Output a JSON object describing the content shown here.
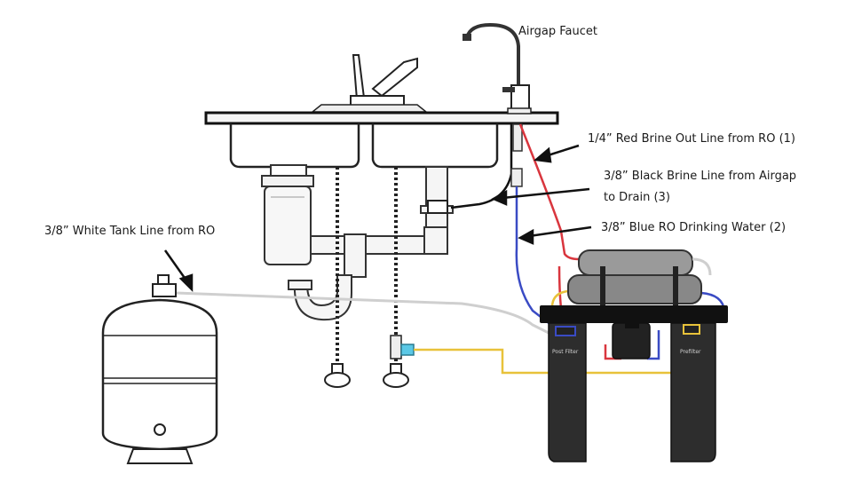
{
  "labels": {
    "faucet": "Airgap Faucet",
    "red_line": "1/4” Red Brine Out Line from RO (1)",
    "black_line_1": "3/8” Black Brine Line from Airgap",
    "black_line_2": "to Drain (3)",
    "blue_line": "3/8” Blue RO Drinking Water (2)",
    "white_line": "3/8” White Tank Line from RO",
    "post_filter": "Post Filter",
    "prefilter": "Prefilter"
  },
  "colors": {
    "red_line": "#d9363e",
    "blue_line": "#3a4bc4",
    "black_line": "#111111",
    "white_line": "#cfcfcf",
    "yellow_line": "#e8c23a"
  },
  "icons": {
    "faucet": "faucet-icon",
    "tank": "pressure-tank-icon",
    "filter": "filter-canister-icon",
    "disposal": "garbage-disposal-icon",
    "valve": "shutoff-valve-icon"
  }
}
